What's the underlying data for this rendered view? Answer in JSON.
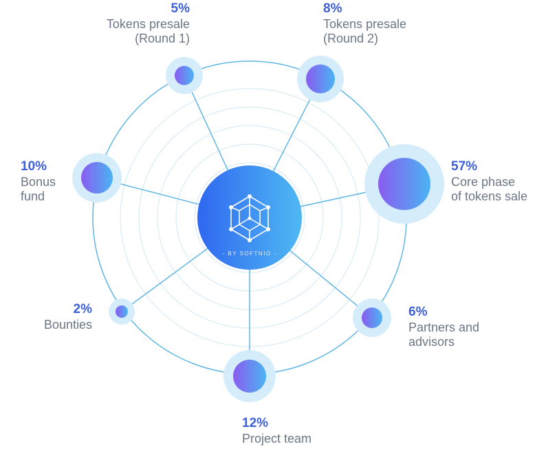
{
  "colors": {
    "ring": "#5fb6e4",
    "ring_faint": "#cfe8f6",
    "halo": "#d5ecfa",
    "node_start": "#8a5cf0",
    "node_end": "#4ab4f2",
    "hub_start": "#2f67f0",
    "hub_end": "#4fb9f3",
    "pct_text": "#3d5fd8",
    "name_text": "#6b7785",
    "hub_text": "#ffffff"
  },
  "hub": {
    "icon": "cube-network-icon",
    "byline": "- BY SOFTNIO -"
  },
  "segments": [
    {
      "id": "tokens-presale-round-1",
      "percent": "5%",
      "lines": [
        "Tokens presale",
        "(Round 1)"
      ],
      "value": 5
    },
    {
      "id": "tokens-presale-round-2",
      "percent": "8%",
      "lines": [
        "Tokens presale",
        "(Round 2)"
      ],
      "value": 8
    },
    {
      "id": "core-phase",
      "percent": "57%",
      "lines": [
        "Core phase",
        "of tokens sale"
      ],
      "value": 57
    },
    {
      "id": "partners-advisors",
      "percent": "6%",
      "lines": [
        "Partners and",
        "advisors"
      ],
      "value": 6
    },
    {
      "id": "project-team",
      "percent": "12%",
      "lines": [
        "Project team"
      ],
      "value": 12
    },
    {
      "id": "bounties",
      "percent": "2%",
      "lines": [
        "Bounties"
      ],
      "value": 2
    },
    {
      "id": "bonus-fund",
      "percent": "10%",
      "lines": [
        "Bonus",
        "fund"
      ],
      "value": 10
    }
  ]
}
